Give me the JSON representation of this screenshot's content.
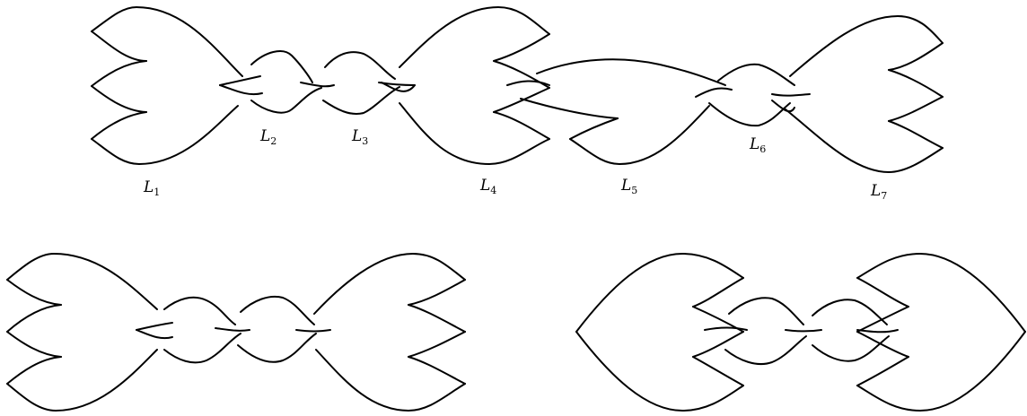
{
  "diagram": {
    "colors": {
      "stroke": "#000000",
      "background": "#ffffff"
    },
    "labels": [
      {
        "letter": "L",
        "sub": "1"
      },
      {
        "letter": "L",
        "sub": "2"
      },
      {
        "letter": "L",
        "sub": "3"
      },
      {
        "letter": "L",
        "sub": "4"
      },
      {
        "letter": "L",
        "sub": "5"
      },
      {
        "letter": "L",
        "sub": "6"
      },
      {
        "letter": "L",
        "sub": "7"
      }
    ]
  }
}
